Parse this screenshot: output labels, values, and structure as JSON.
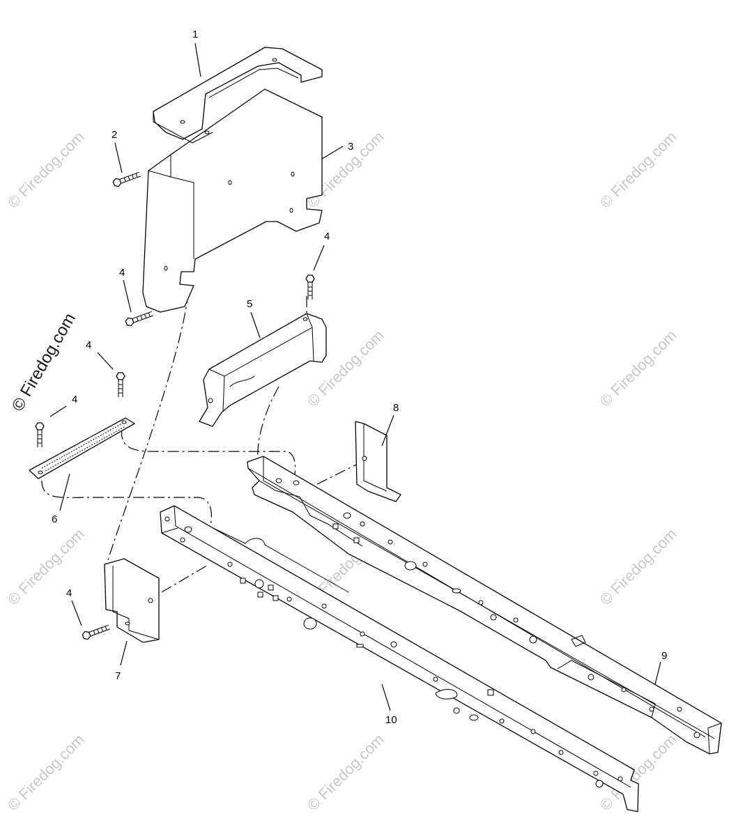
{
  "watermark": {
    "text": "© Firedog.com",
    "color_light": "#c8c8c8",
    "color_dark": "#1a1a1a"
  },
  "callouts": [
    {
      "id": "1",
      "label": "1"
    },
    {
      "id": "2",
      "label": "2"
    },
    {
      "id": "3",
      "label": "3"
    },
    {
      "id": "4a",
      "label": "4"
    },
    {
      "id": "4b",
      "label": "4"
    },
    {
      "id": "4c",
      "label": "4"
    },
    {
      "id": "4d",
      "label": "4"
    },
    {
      "id": "4e",
      "label": "4"
    },
    {
      "id": "5",
      "label": "5"
    },
    {
      "id": "6",
      "label": "6"
    },
    {
      "id": "7",
      "label": "7"
    },
    {
      "id": "8",
      "label": "8"
    },
    {
      "id": "9",
      "label": "9"
    },
    {
      "id": "10",
      "label": "10"
    }
  ]
}
